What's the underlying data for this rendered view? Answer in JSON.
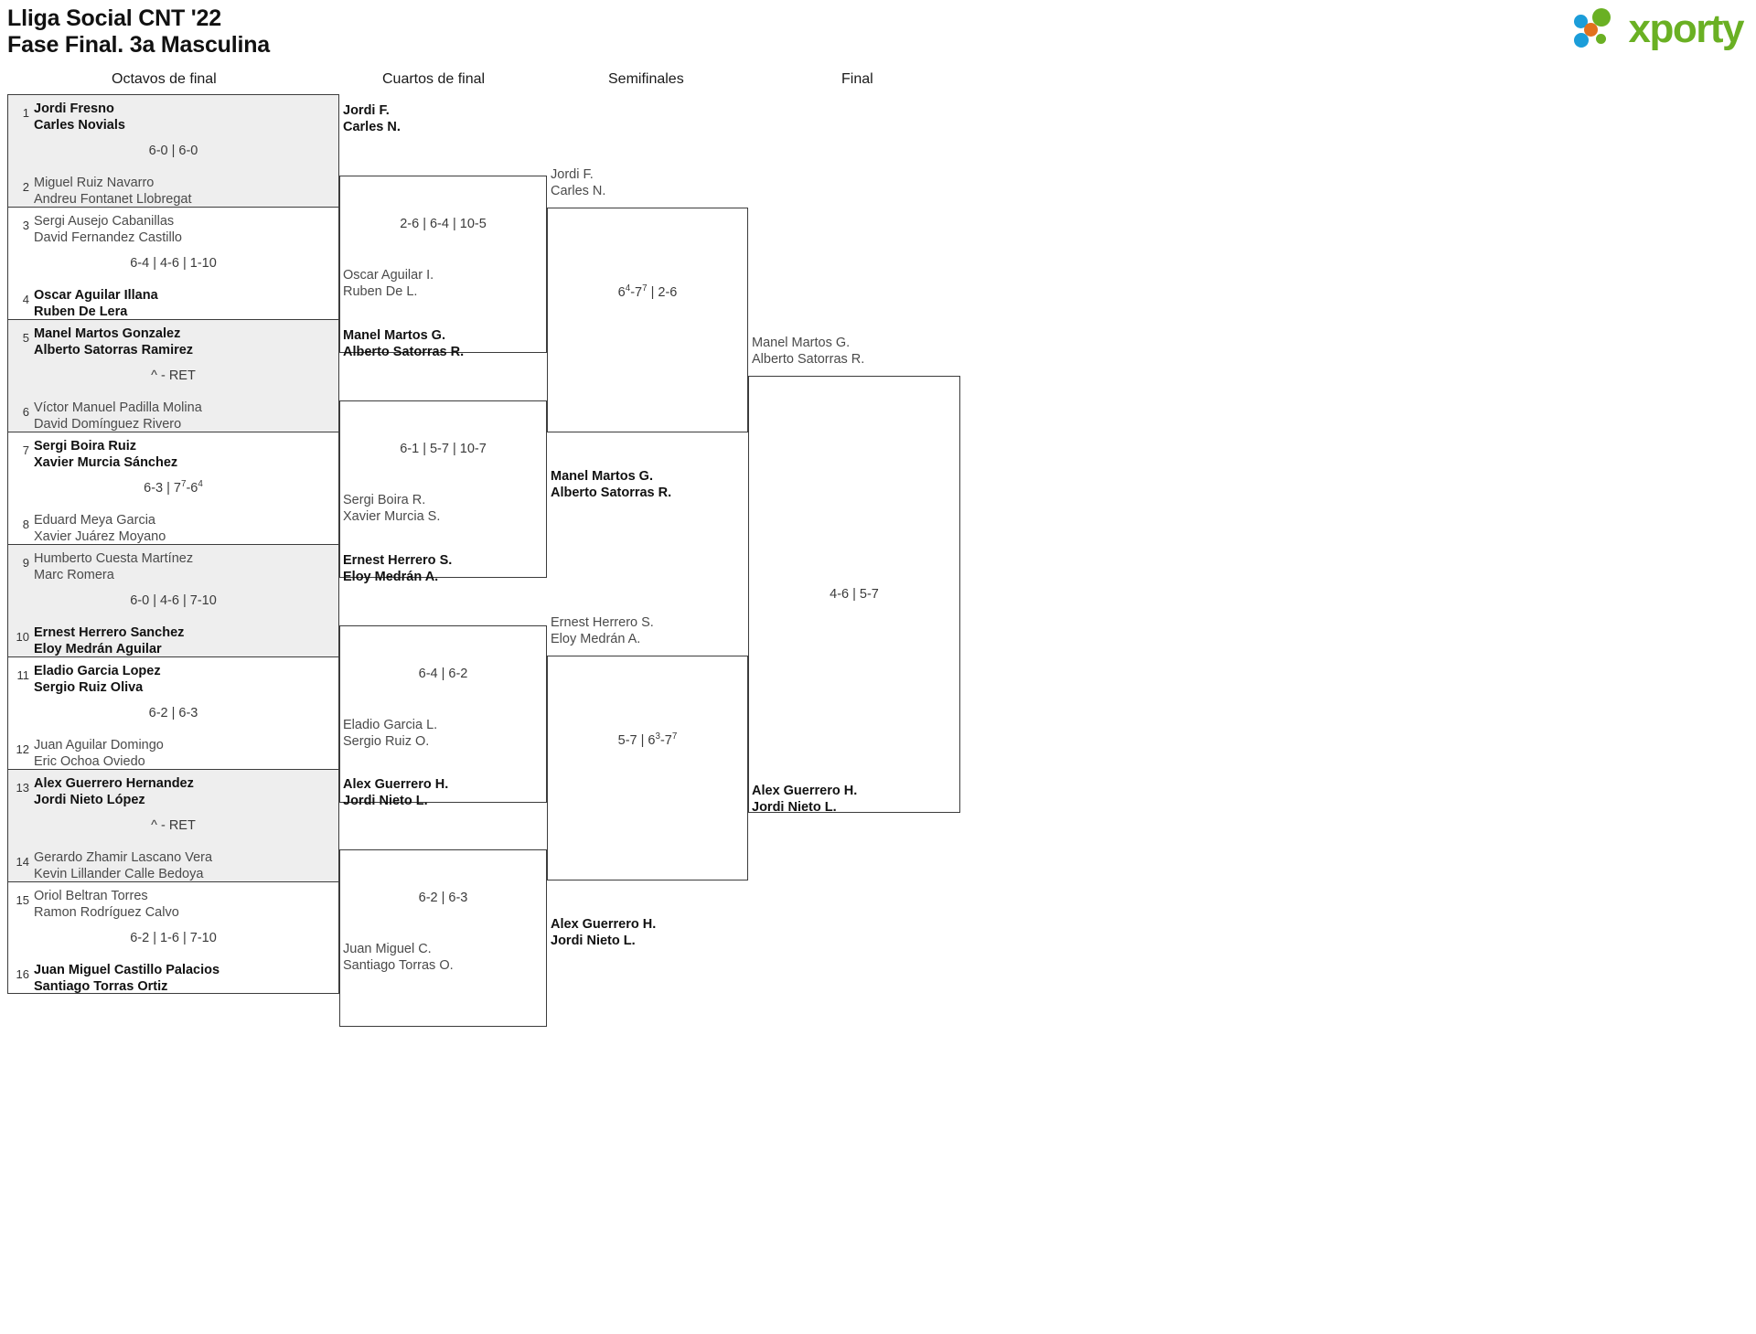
{
  "header": {
    "title_line1": "Lliga Social CNT '22",
    "title_line2": "Fase Final. 3a Masculina",
    "logo_text": "xporty",
    "logo_colors": {
      "green": "#6ab023",
      "blue": "#1b9dd9",
      "orange": "#e2711d"
    }
  },
  "rounds": [
    {
      "id": "r16",
      "label": "Octavos de final"
    },
    {
      "id": "qf",
      "label": "Cuartos de final"
    },
    {
      "id": "sf",
      "label": "Semifinales"
    },
    {
      "id": "f",
      "label": "Final"
    }
  ],
  "round16": [
    {
      "seed_top": "1",
      "seed_bottom": "2",
      "top": {
        "p1": "Jordi Fresno",
        "p2": "Carles Novials",
        "result": "winner"
      },
      "bottom": {
        "p1": "Miguel Ruiz Navarro",
        "p2": "Andreu Fontanet Llobregat",
        "result": "loser"
      },
      "score": "6-0 | 6-0"
    },
    {
      "seed_top": "3",
      "seed_bottom": "4",
      "top": {
        "p1": "Sergi Ausejo Cabanillas",
        "p2": "David Fernandez Castillo",
        "result": "loser"
      },
      "bottom": {
        "p1": "Oscar Aguilar Illana",
        "p2": "Ruben De Lera",
        "result": "winner"
      },
      "score": "6-4 | 4-6 | 1-10"
    },
    {
      "seed_top": "5",
      "seed_bottom": "6",
      "top": {
        "p1": "Manel Martos Gonzalez",
        "p2": "Alberto Satorras Ramirez",
        "result": "winner"
      },
      "bottom": {
        "p1": "Víctor Manuel Padilla Molina",
        "p2": "David Domínguez Rivero",
        "result": "loser"
      },
      "score": "^ - RET"
    },
    {
      "seed_top": "7",
      "seed_bottom": "8",
      "top": {
        "p1": "Sergi Boira Ruiz",
        "p2": "Xavier Murcia Sánchez",
        "result": "winner"
      },
      "bottom": {
        "p1": "Eduard Meya Garcia",
        "p2": "Xavier Juárez Moyano",
        "result": "loser"
      },
      "score": "6-3 | 7#7-6#4"
    },
    {
      "seed_top": "9",
      "seed_bottom": "10",
      "top": {
        "p1": "Humberto Cuesta Martínez",
        "p2": "Marc Romera",
        "result": "loser"
      },
      "bottom": {
        "p1": "Ernest Herrero Sanchez",
        "p2": "Eloy Medrán Aguilar",
        "result": "winner"
      },
      "score": "6-0 | 4-6 | 7-10"
    },
    {
      "seed_top": "11",
      "seed_bottom": "12",
      "top": {
        "p1": "Eladio Garcia Lopez",
        "p2": "Sergio Ruiz Oliva",
        "result": "winner"
      },
      "bottom": {
        "p1": "Juan Aguilar Domingo",
        "p2": "Eric Ochoa Oviedo",
        "result": "loser"
      },
      "score": "6-2 | 6-3"
    },
    {
      "seed_top": "13",
      "seed_bottom": "14",
      "top": {
        "p1": "Alex Guerrero Hernandez",
        "p2": "Jordi Nieto López",
        "result": "winner"
      },
      "bottom": {
        "p1": "Gerardo Zhamir Lascano Vera",
        "p2": "Kevin Lillander Calle Bedoya",
        "result": "loser"
      },
      "score": "^ - RET"
    },
    {
      "seed_top": "15",
      "seed_bottom": "16",
      "top": {
        "p1": "Oriol Beltran Torres",
        "p2": "Ramon Rodríguez Calvo",
        "result": "loser"
      },
      "bottom": {
        "p1": "Juan Miguel Castillo Palacios",
        "p2": "Santiago Torras Ortiz",
        "result": "winner"
      },
      "score": "6-2 | 1-6 | 7-10"
    }
  ],
  "quarterfinals": [
    {
      "top": {
        "p1": "Jordi F.",
        "p2": "Carles N.",
        "result": "winner"
      },
      "bottom": {
        "p1": "Oscar Aguilar I.",
        "p2": "Ruben De L.",
        "result": "loser"
      },
      "score": "2-6 | 6-4 | 10-5"
    },
    {
      "top": {
        "p1": "Manel Martos G.",
        "p2": "Alberto Satorras R.",
        "result": "winner"
      },
      "bottom": {
        "p1": "Sergi Boira R.",
        "p2": "Xavier Murcia S.",
        "result": "loser"
      },
      "score": "6-1 | 5-7 | 10-7"
    },
    {
      "top": {
        "p1": "Ernest Herrero S.",
        "p2": "Eloy Medrán A.",
        "result": "winner"
      },
      "bottom": {
        "p1": "Eladio Garcia L.",
        "p2": "Sergio Ruiz O.",
        "result": "loser"
      },
      "score": "6-4 | 6-2"
    },
    {
      "top": {
        "p1": "Alex Guerrero H.",
        "p2": "Jordi Nieto L.",
        "result": "winner"
      },
      "bottom": {
        "p1": "Juan Miguel C.",
        "p2": "Santiago Torras O.",
        "result": "loser"
      },
      "score": "6-2 | 6-3"
    }
  ],
  "semifinals": [
    {
      "top": {
        "p1": "Jordi F.",
        "p2": "Carles N.",
        "result": "loser"
      },
      "bottom": {
        "p1": "Manel Martos G.",
        "p2": "Alberto Satorras R.",
        "result": "winner"
      },
      "score": "6#4-7#7 | 2-6"
    },
    {
      "top": {
        "p1": "Ernest Herrero S.",
        "p2": "Eloy Medrán A.",
        "result": "loser"
      },
      "bottom": {
        "p1": "Alex Guerrero H.",
        "p2": "Jordi Nieto L.",
        "result": "winner"
      },
      "score": "5-7 | 6#3-7#7"
    }
  ],
  "final": [
    {
      "top": {
        "p1": "Manel Martos G.",
        "p2": "Alberto Satorras R.",
        "result": "loser"
      },
      "bottom": {
        "p1": "Alex Guerrero H.",
        "p2": "Jordi Nieto L.",
        "result": "winner"
      },
      "score": "4-6 | 5-7"
    }
  ]
}
